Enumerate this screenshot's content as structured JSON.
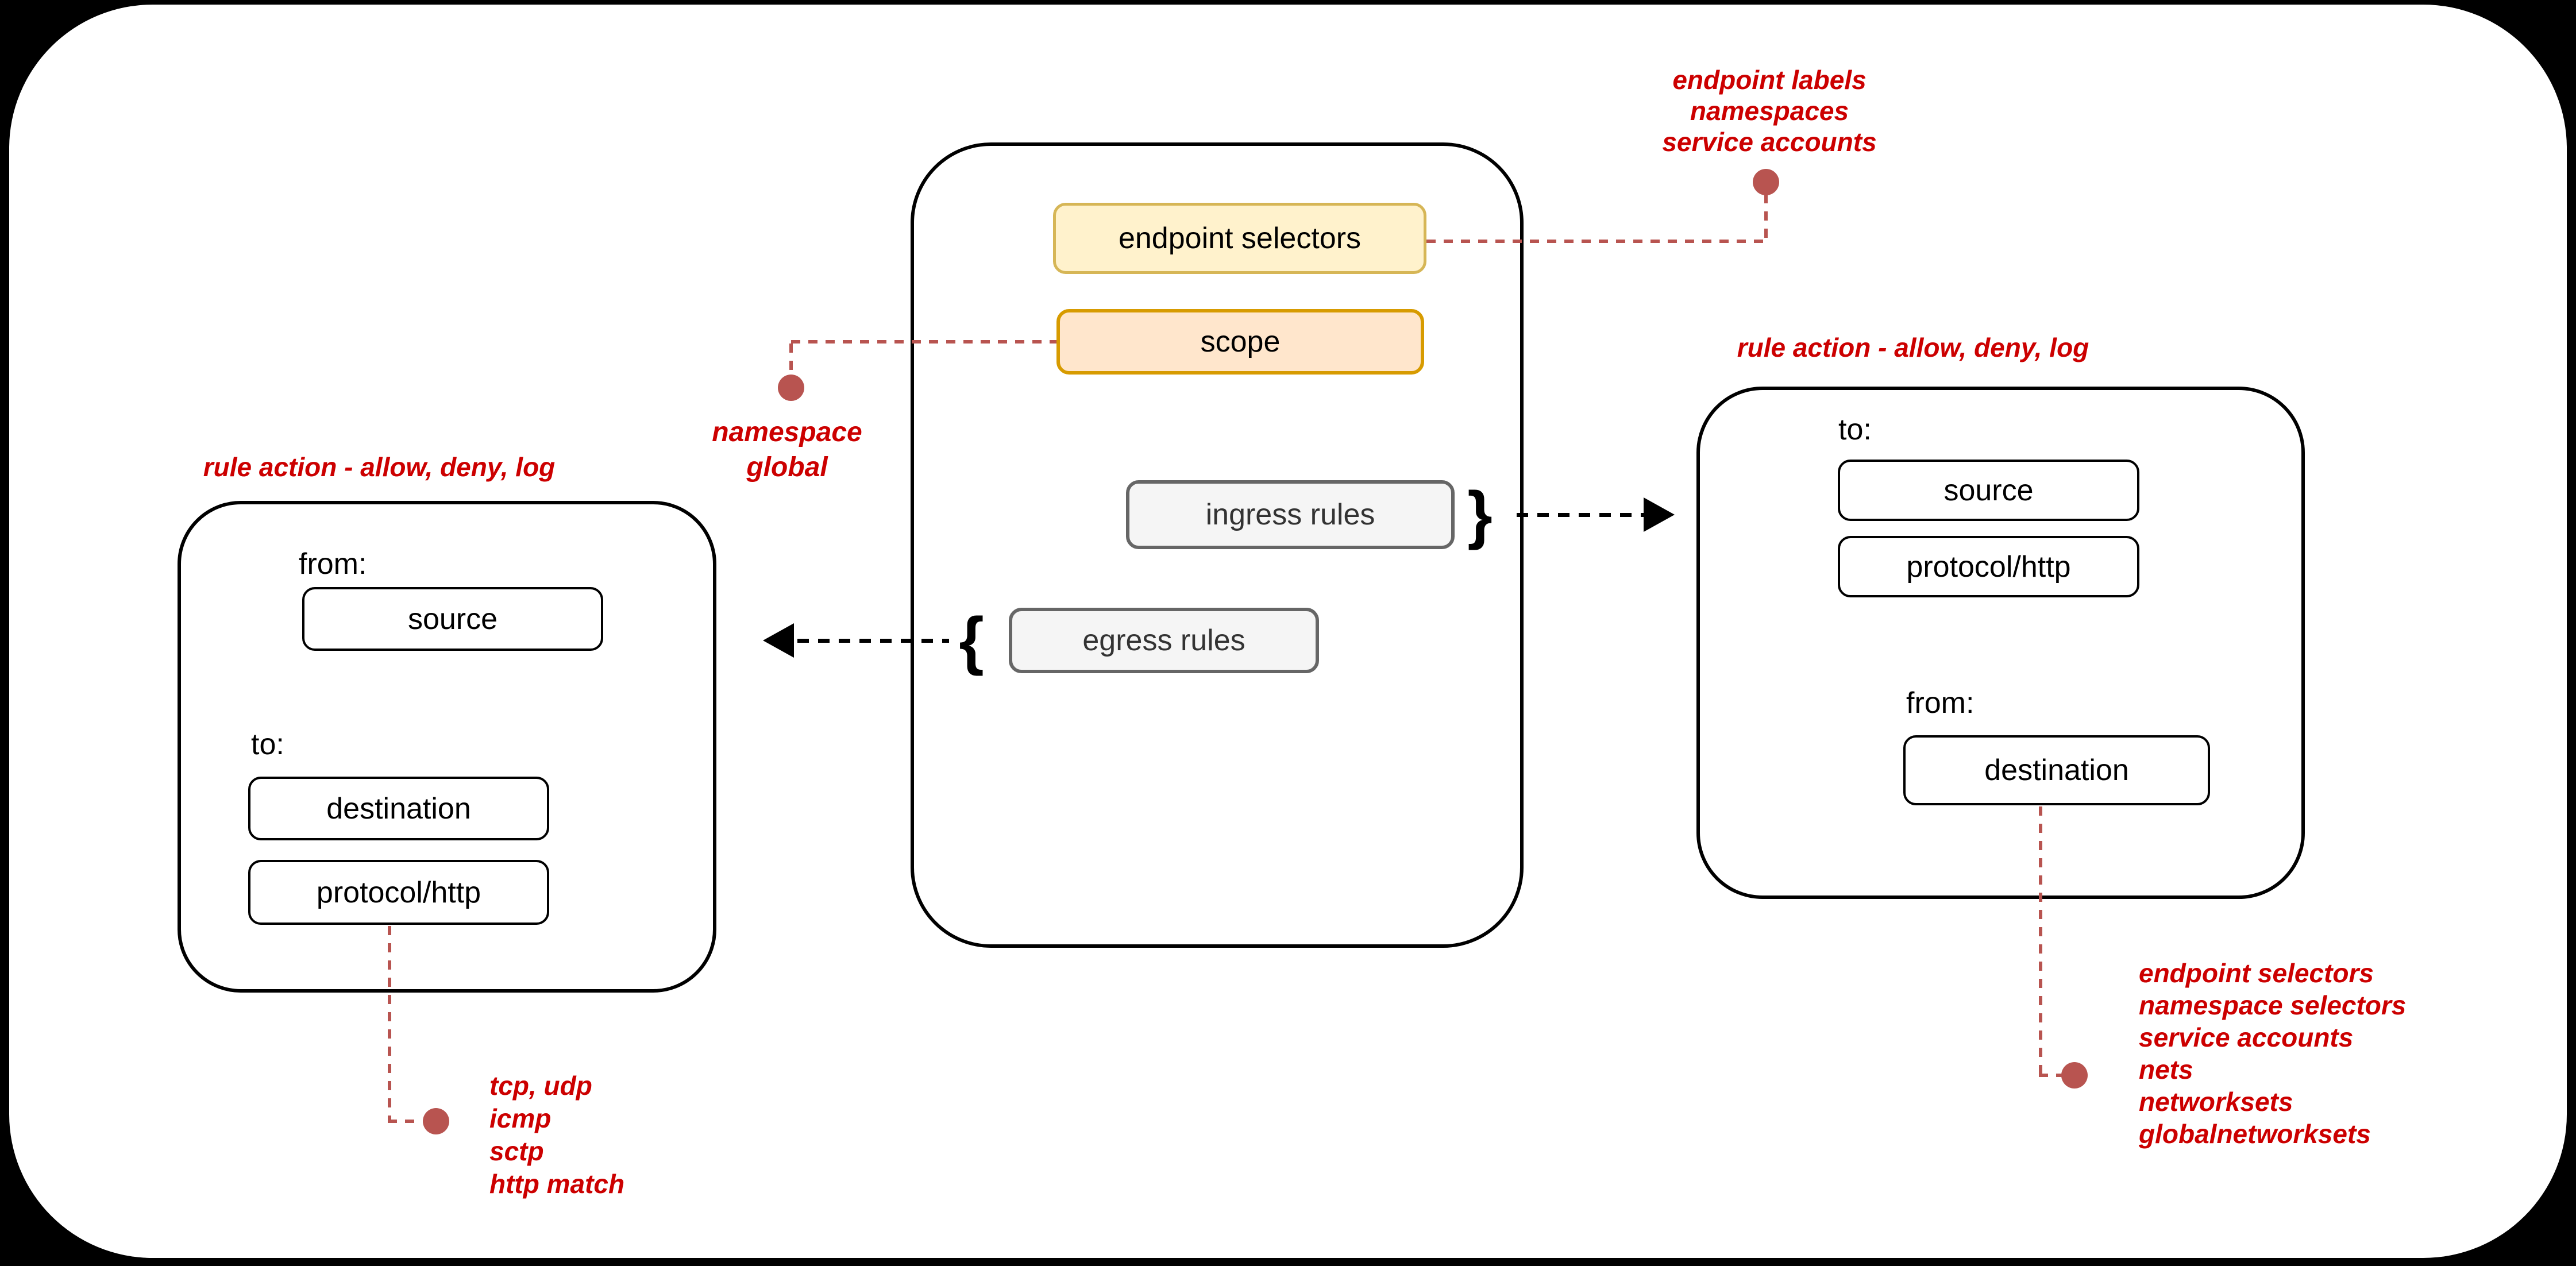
{
  "policy": {
    "endpoint_selectors": "endpoint selectors",
    "scope": "scope",
    "ingress_rules": "ingress rules",
    "egress_rules": "egress rules"
  },
  "egress_detail": {
    "title": "rule action - allow, deny, log",
    "from_label": "from:",
    "source": "source",
    "to_label": "to:",
    "destination": "destination",
    "protocol": "protocol/http"
  },
  "ingress_detail": {
    "title": "rule action - allow, deny, log",
    "to_label": "to:",
    "source": "source",
    "protocol": "protocol/http",
    "from_label": "from:",
    "destination": "destination"
  },
  "notes": {
    "endpoint_selectors": [
      "endpoint labels",
      "namespaces",
      "service accounts"
    ],
    "scope": [
      "namespace",
      "global"
    ],
    "protocol": [
      "tcp, udp",
      "icmp",
      "sctp",
      "http match"
    ],
    "destination": [
      "endpoint selectors",
      "namespace selectors",
      "service accounts",
      "nets",
      "networksets",
      "globalnetworksets"
    ]
  },
  "braces": {
    "open": "{",
    "close": "}"
  },
  "colors": {
    "annotation_red": "#CC0000",
    "connector_red": "#B85450",
    "yellow_fill": "#FFF2CC",
    "yellow_stroke": "#D6B656",
    "orange_fill": "#FFE6CC",
    "orange_stroke": "#D79B00",
    "gray_fill": "#F5F5F5",
    "gray_stroke": "#666666"
  }
}
